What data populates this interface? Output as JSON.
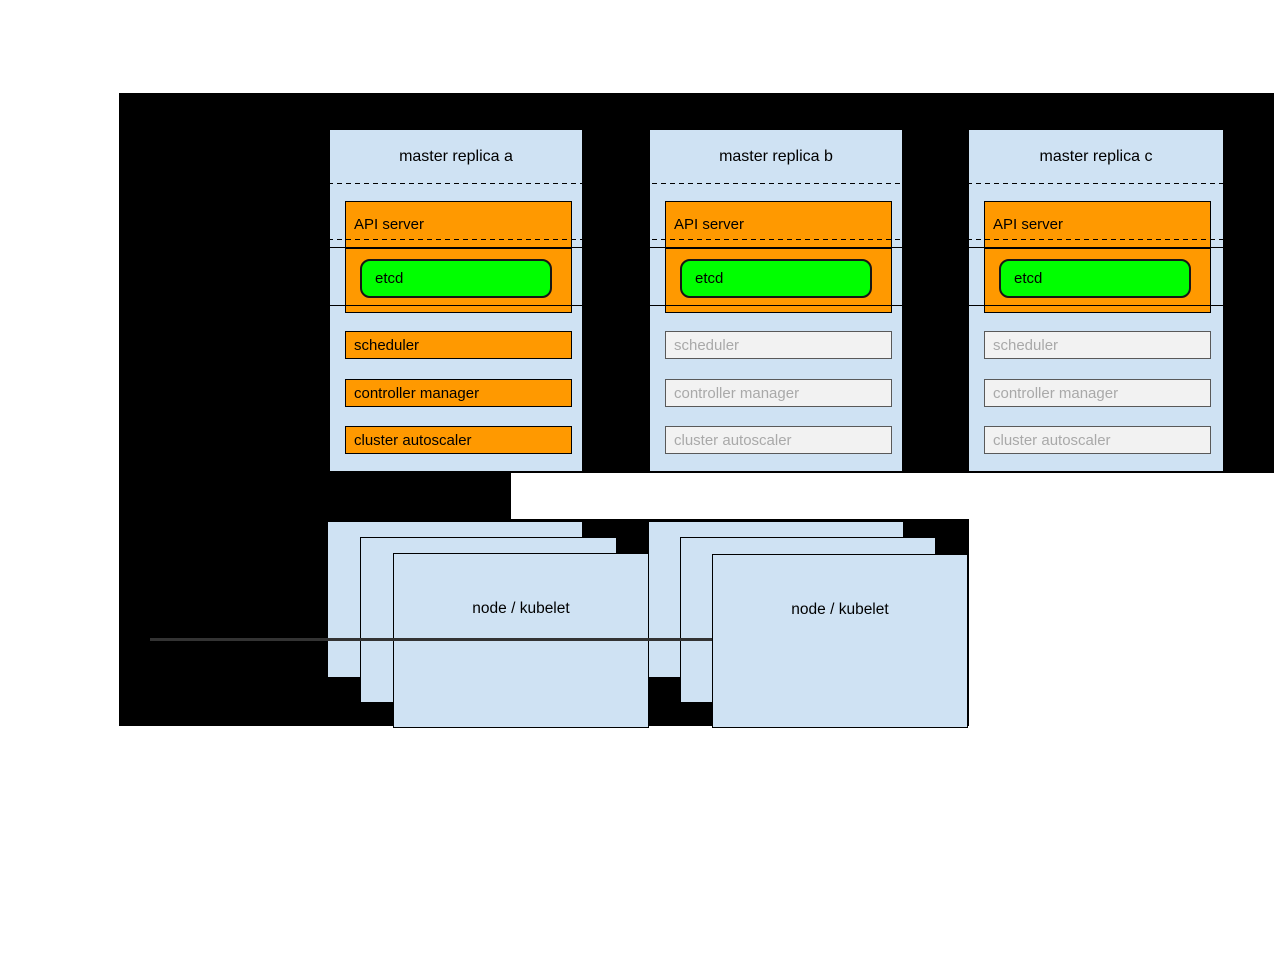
{
  "masters": [
    {
      "title": "master replica a",
      "state": "active",
      "components": {
        "api_server": "API server",
        "etcd": "etcd",
        "scheduler": "scheduler",
        "controller_manager": "controller manager",
        "cluster_autoscaler": "cluster autoscaler"
      }
    },
    {
      "title": "master replica b",
      "state": "standby",
      "components": {
        "api_server": "API server",
        "etcd": "etcd",
        "scheduler": "scheduler",
        "controller_manager": "controller manager",
        "cluster_autoscaler": "cluster autoscaler"
      }
    },
    {
      "title": "master replica c",
      "state": "standby",
      "components": {
        "api_server": "API server",
        "etcd": "etcd",
        "scheduler": "scheduler",
        "controller_manager": "controller manager",
        "cluster_autoscaler": "cluster autoscaler"
      }
    }
  ],
  "nodes": [
    {
      "label": "node / kubelet"
    },
    {
      "label": "node / kubelet"
    }
  ],
  "colors": {
    "background": "#000000",
    "box_fill": "#cfe2f3",
    "active_component": "#ff9900",
    "etcd_fill": "#00ff00",
    "inactive_fill": "#f2f2f2",
    "inactive_text": "#a9a9a9"
  }
}
